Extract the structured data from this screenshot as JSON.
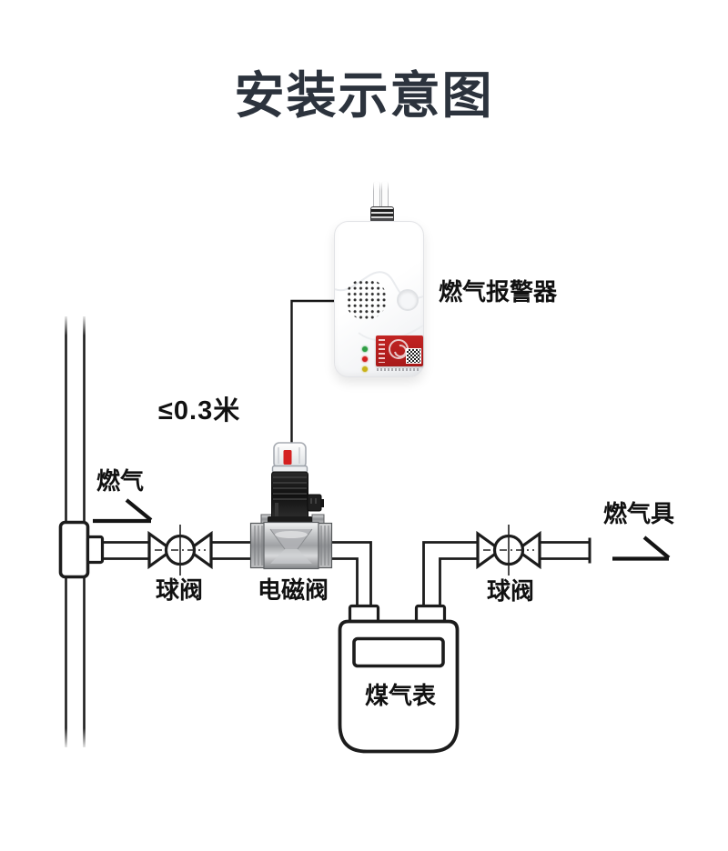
{
  "title": "安装示意图",
  "labels": {
    "alarm": "燃气报警器",
    "max_distance": "≤0.3米",
    "gas_inlet": "燃气",
    "ball_valve_left": "球阀",
    "solenoid_valve": "电磁阀",
    "ball_valve_right": "球阀",
    "gas_meter": "煤气表",
    "gas_appliance": "燃气具"
  },
  "colors": {
    "title_text": "#2c333d",
    "label_text": "#111111",
    "diagram_line": "#1c1c1c",
    "certification_sticker_red": "#b6201f",
    "valve_indicator_red": "#d42020",
    "led_green": "#2f9e44",
    "led_red": "#d32020",
    "led_yellow": "#c9b218"
  }
}
